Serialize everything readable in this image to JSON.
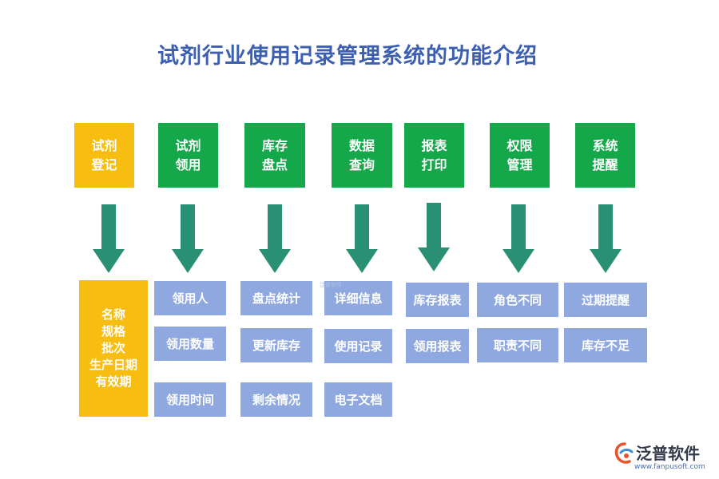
{
  "title": "试剂行业使用记录管理系统的功能介绍",
  "columns": [
    {
      "heading": "试剂\n登记",
      "items": []
    },
    {
      "heading": "试剂\n领用",
      "items": [
        "领用人",
        "领用数量",
        "领用时间"
      ]
    },
    {
      "heading": "库存\n盘点",
      "items": [
        "盘点统计",
        "更新库存",
        "剩余情况"
      ]
    },
    {
      "heading": "数据\n查询",
      "items": [
        "详细信息",
        "使用记录",
        "电子文档"
      ]
    },
    {
      "heading": "报表\n打印",
      "items": [
        "库存报表",
        "领用报表"
      ]
    },
    {
      "heading": "权限\n管理",
      "items": [
        "角色不同",
        "职责不同"
      ]
    },
    {
      "heading": "系统\n提醒",
      "items": [
        "过期提醒",
        "库存不足"
      ]
    }
  ],
  "registration_fields": "名称\n规格\n批次\n生产日期\n有效期",
  "logo": {
    "name": "泛普软件",
    "url": "www.fanpusoft.com"
  },
  "watermark": "泛普软件",
  "colors": {
    "title": "#3d5fb0",
    "yellow": "#f7bd10",
    "green": "#14a84a",
    "arrow": "#2a9074",
    "item": "#8fa8df"
  }
}
